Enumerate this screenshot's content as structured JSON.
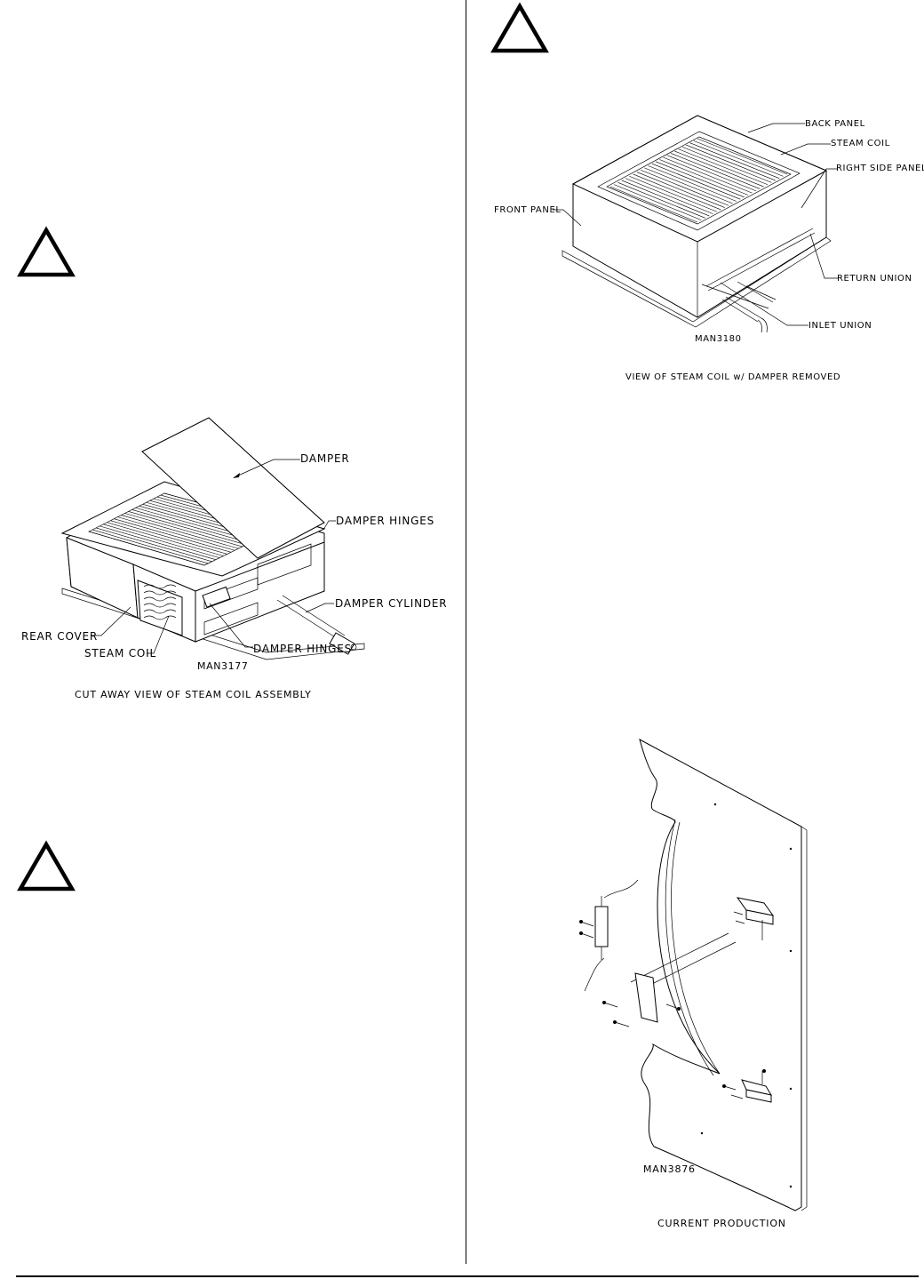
{
  "figure1": {
    "damper": "DAMPER",
    "damper_hinges_top": "DAMPER HINGES",
    "damper_cylinder": "DAMPER CYLINDER",
    "damper_hinges_bottom": "DAMPER HINGES",
    "rear_cover": "REAR COVER",
    "steam_coil": "STEAM COIL",
    "code": "MAN3177",
    "caption": "CUT AWAY VIEW OF STEAM COIL ASSEMBLY"
  },
  "figure2": {
    "back_panel": "BACK PANEL",
    "steam_coil": "STEAM COIL",
    "right_side_panel": "RIGHT SIDE PANEL",
    "front_panel": "FRONT PANEL",
    "return_union": "RETURN UNION",
    "inlet_union": "INLET UNION",
    "code": "MAN3180",
    "caption": "VIEW OF STEAM COIL w/ DAMPER REMOVED"
  },
  "figure3": {
    "code": "MAN3876",
    "caption": "CURRENT PRODUCTION"
  },
  "icons": [
    "warning-triangle-icon",
    "warning-triangle-icon",
    "warning-triangle-icon"
  ]
}
